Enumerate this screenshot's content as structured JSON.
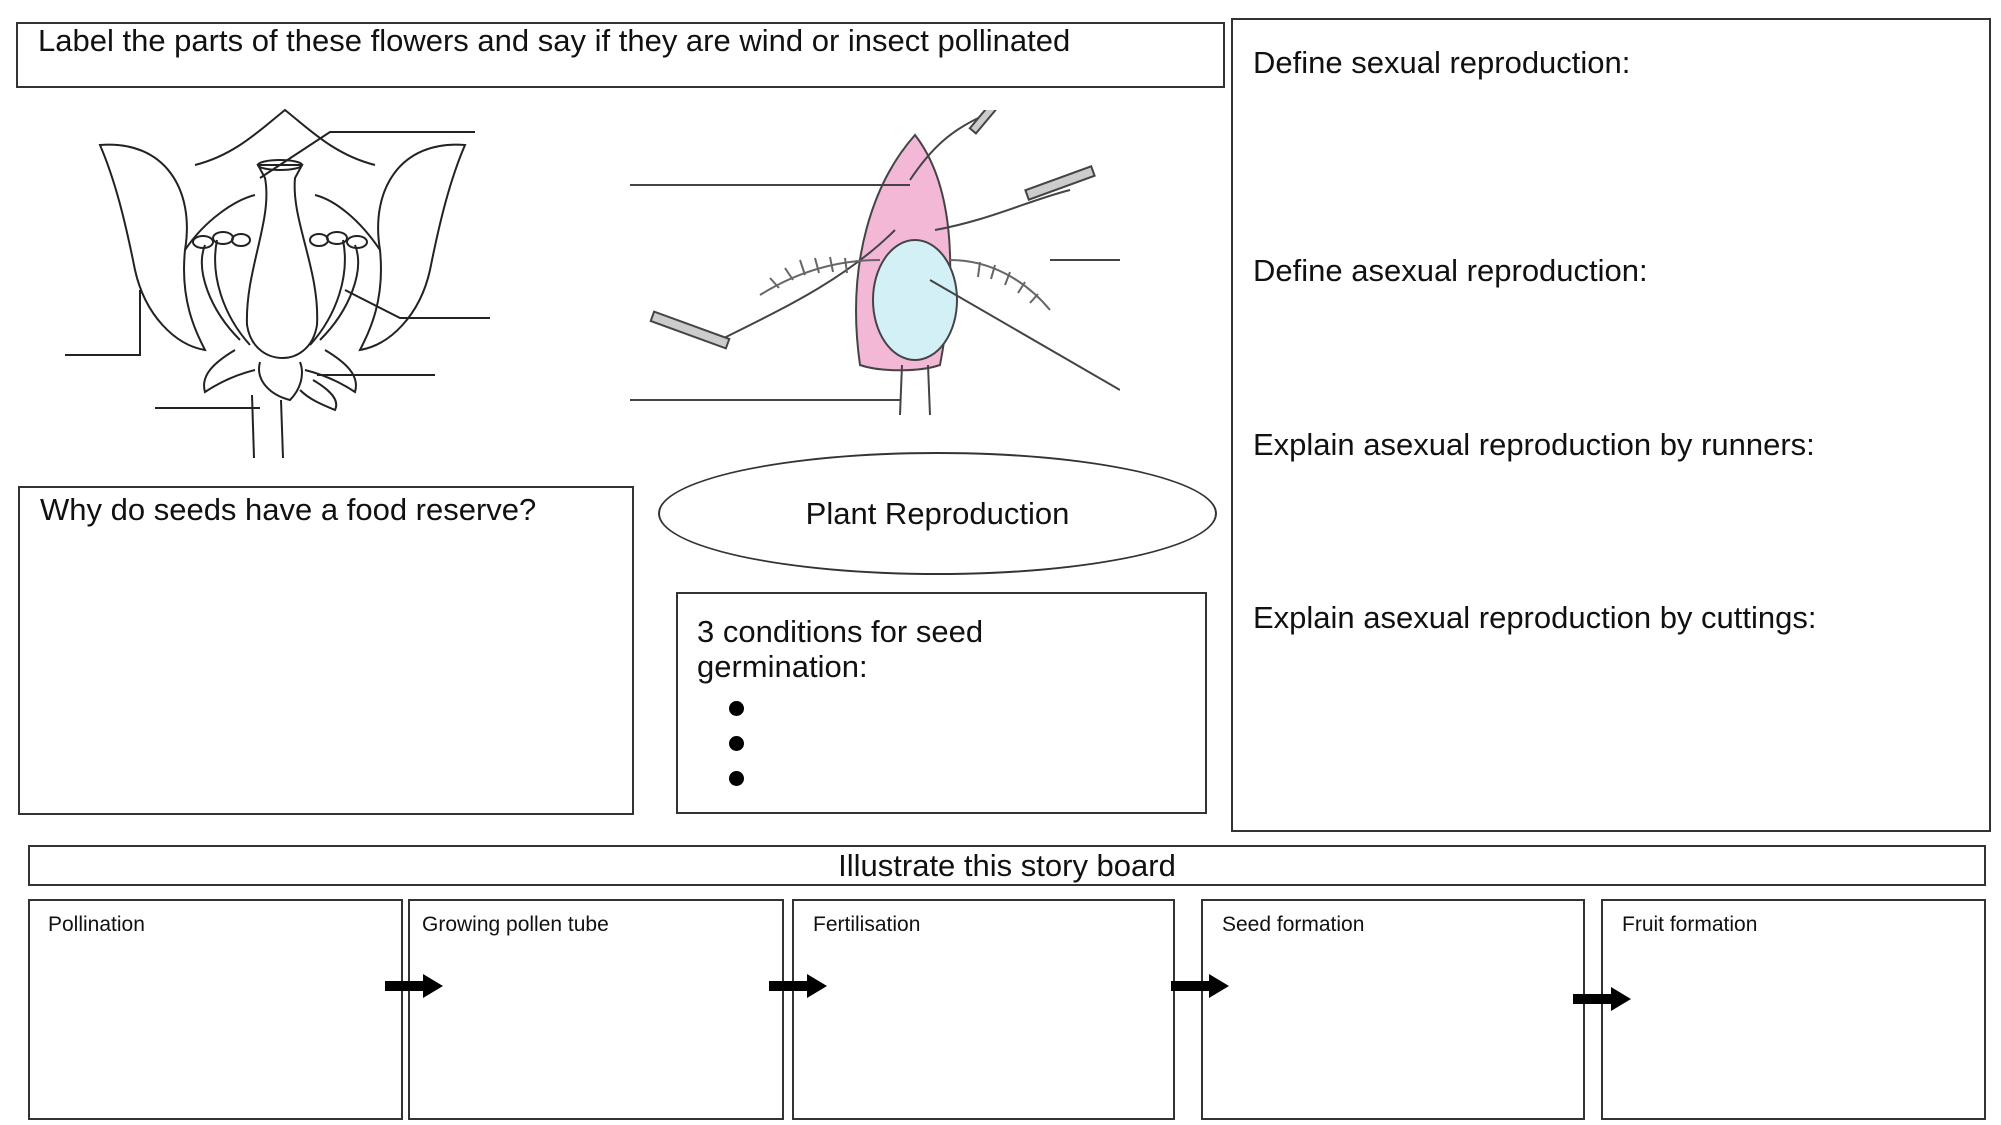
{
  "label_task": {
    "title": "Label the parts of these flowers and say if they are wind or insect pollinated"
  },
  "seeds_food": {
    "question": "Why do seeds have a food reserve?"
  },
  "topic": {
    "title": "Plant Reproduction"
  },
  "germination": {
    "heading": "3 conditions for seed germination:",
    "bullets": [
      "",
      "",
      ""
    ]
  },
  "definitions": {
    "sexual": "Define sexual reproduction:",
    "asexual": "Define asexual reproduction:",
    "runners": "Explain asexual reproduction by runners:",
    "cuttings": "Explain asexual reproduction by cuttings:"
  },
  "storyboard": {
    "title": "Illustrate this story board",
    "panels": [
      "Pollination",
      "Growing pollen tube",
      "Fertilisation",
      "Seed formation",
      "Fruit formation"
    ]
  },
  "icons": {
    "insect_flower": "insect-pollinated-flower-diagram-icon",
    "wind_flower": "wind-pollinated-flower-diagram-icon",
    "arrow": "arrow-right-icon"
  },
  "colors": {
    "oval_fill": "#d9d9d9",
    "wind_flower_petal": "#f2b8d6",
    "wind_flower_ovary": "#d4f0f7"
  }
}
